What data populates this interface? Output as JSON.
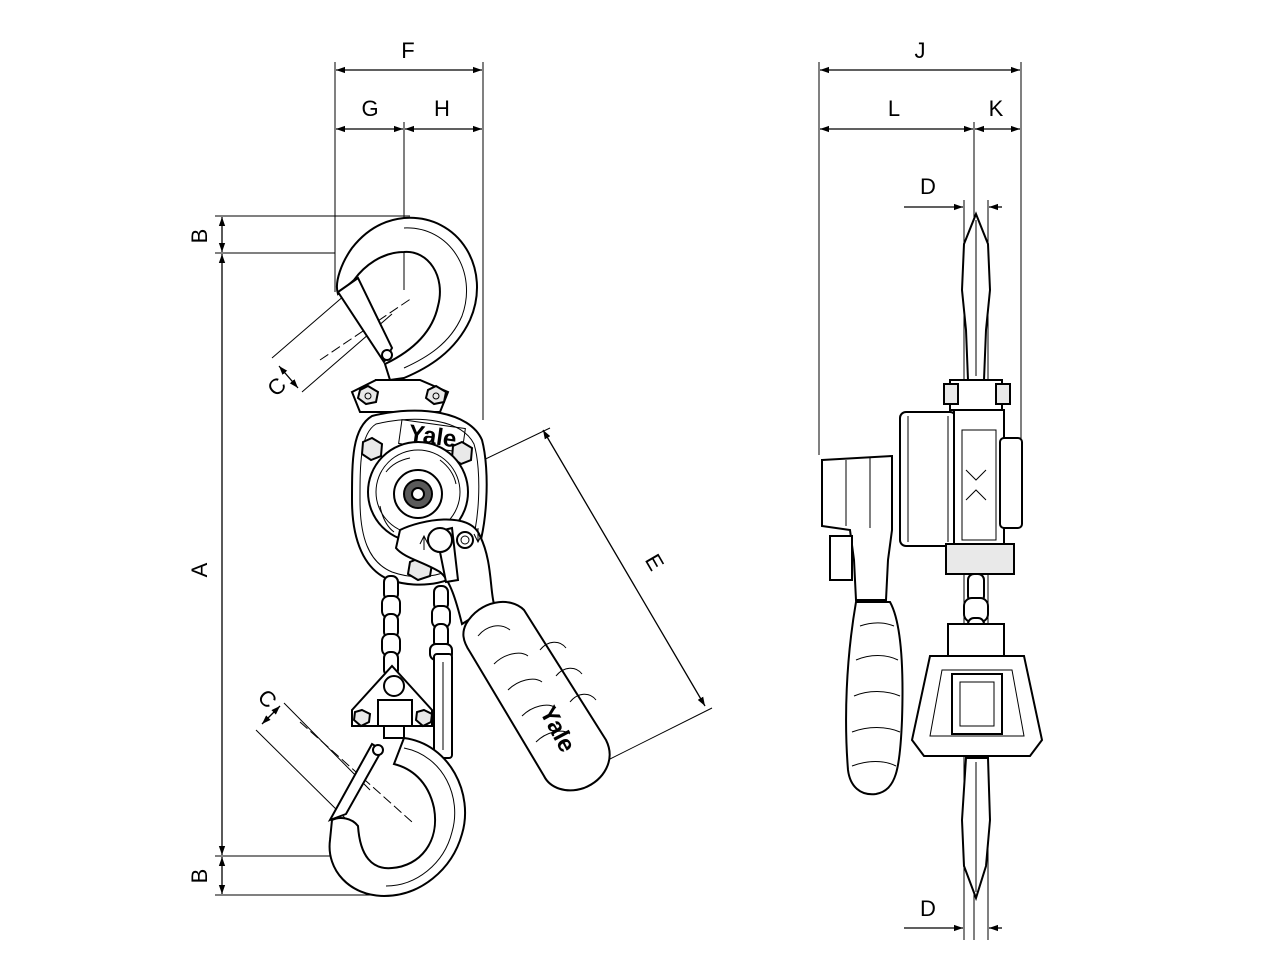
{
  "labels": {
    "F": "F",
    "G": "G",
    "H": "H",
    "B_top": "B",
    "B_bottom": "B",
    "A": "A",
    "C_top": "C",
    "C_bottom": "C",
    "E": "E",
    "J": "J",
    "L": "L",
    "K": "K",
    "D_top": "D",
    "D_bottom": "D"
  },
  "logo": {
    "front": "Yale",
    "handle": "Yale"
  }
}
